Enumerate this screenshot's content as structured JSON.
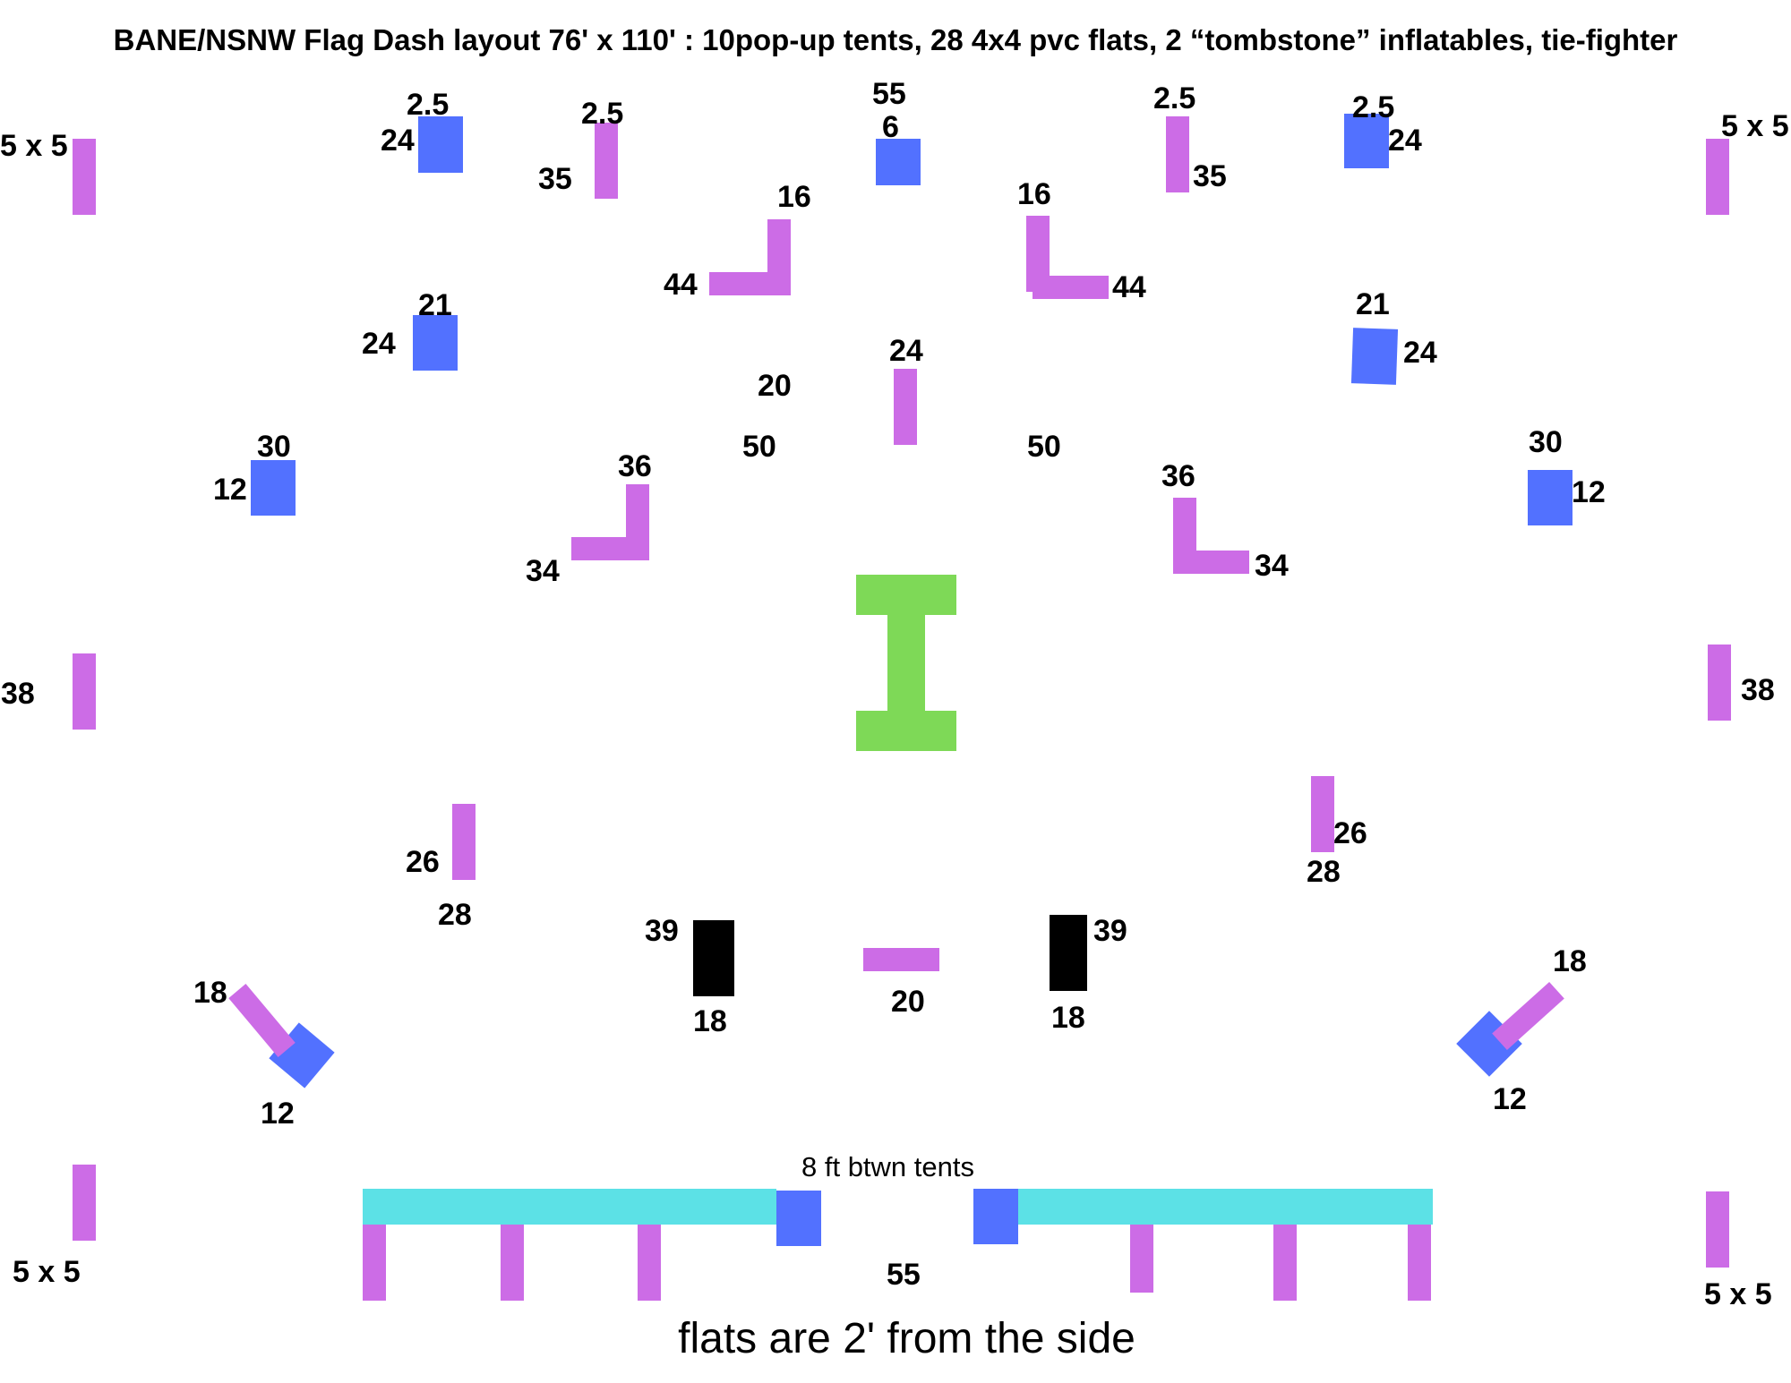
{
  "title": "BANE/NSNW Flag Dash layout 76' x 110' :  10pop-up tents, 28 4x4 pvc flats, 2 “tombstone” inflatables, tie-fighter",
  "notes": {
    "gap_between_tents": "8 ft btwn tents",
    "flats_from_side": "flats are 2' from the side"
  },
  "colors": {
    "pvc_flat": "#cc6ce6",
    "pop_up_tent": "#5271ff",
    "tent_row": "#5ce1e6",
    "tombstone_inflatable": "#000000",
    "tie_fighter": "#7ed957"
  },
  "labels": {
    "tl_corner": "5 x 5",
    "tr_corner": "5 x 5",
    "bl_corner": "5 x 5",
    "br_corner": "5 x 5",
    "left_mid": "38",
    "right_mid": "38",
    "top_center_a": "55",
    "top_center_b": "6",
    "tent_tl_top": "2.5",
    "tent_tl_side": "24",
    "flat_tl_top": "2.5",
    "flat_tl_side": "35",
    "flat_tr_top": "2.5",
    "flat_tr_side": "35",
    "tent_tr_top": "2.5",
    "tent_tr_side": "24",
    "l_tl_top": "16",
    "l_tl_side": "44",
    "l_tr_top": "16",
    "l_tr_side": "44",
    "tent_l2_top": "21",
    "tent_l2_side": "24",
    "tent_r2_top": "21",
    "tent_r2_side": "24",
    "center_flat_top": "24",
    "center_20": "20",
    "center_50_left": "50",
    "center_50_right": "50",
    "tent_l3_top": "30",
    "tent_l3_side": "12",
    "tent_r3_top": "30",
    "tent_r3_side": "12",
    "l_ml_top": "36",
    "l_ml_side": "34",
    "l_mr_top": "36",
    "l_mr_side": "34",
    "flat_ll_a": "26",
    "flat_ll_b": "28",
    "flat_rl_a": "26",
    "flat_rl_b": "28",
    "tomb_l_top": "39",
    "tomb_l_bottom": "18",
    "tomb_r_top": "39",
    "tomb_r_bottom": "18",
    "center_flat_bottom": "20",
    "diag_l_top": "18",
    "diag_l_bottom": "12",
    "diag_r_top": "18",
    "diag_r_bottom": "12",
    "bottom_center": "55"
  }
}
